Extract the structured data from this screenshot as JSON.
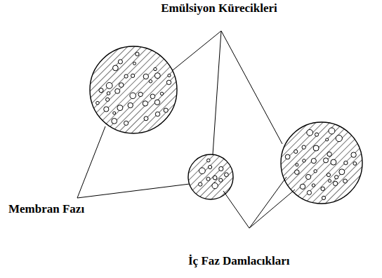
{
  "diagram": {
    "labels": [
      "Emülsiyon Kürecikleri",
      "Membran Fazı",
      "İç Faz Damlacıkları"
    ]
  }
}
